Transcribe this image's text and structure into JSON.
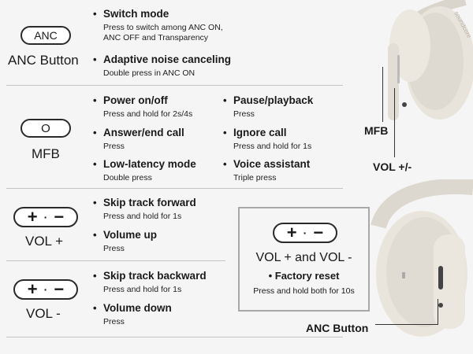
{
  "anc": {
    "button_text": "ANC",
    "label": "ANC Button",
    "items": [
      {
        "title": "Switch mode",
        "desc": [
          "Press to switch among ANC ON,",
          "ANC OFF and Transparency"
        ]
      },
      {
        "title": "Adaptive noise canceling",
        "desc": [
          "Double press in ANC ON"
        ]
      }
    ]
  },
  "mfb": {
    "button_text": "O",
    "label": "MFB",
    "left_items": [
      {
        "title": "Power on/off",
        "desc": [
          "Press and hold for 2s/4s"
        ]
      },
      {
        "title": "Answer/end call",
        "desc": [
          "Press"
        ]
      },
      {
        "title": "Low-latency mode",
        "desc": [
          "Double press"
        ]
      }
    ],
    "right_items": [
      {
        "title": "Pause/playback",
        "desc": [
          "Press"
        ]
      },
      {
        "title": "Ignore call",
        "desc": [
          "Press and hold for 1s"
        ]
      },
      {
        "title": "Voice assistant",
        "desc": [
          "Triple press"
        ]
      }
    ]
  },
  "vol_plus": {
    "label": "VOL +",
    "items": [
      {
        "title": "Skip track forward",
        "desc": [
          "Press and hold for 1s"
        ]
      },
      {
        "title": "Volume up",
        "desc": [
          "Press"
        ]
      }
    ]
  },
  "vol_minus": {
    "label": "VOL -",
    "items": [
      {
        "title": "Skip track backward",
        "desc": [
          "Press and hold for 1s"
        ]
      },
      {
        "title": "Volume down",
        "desc": [
          "Press"
        ]
      }
    ]
  },
  "reset": {
    "label": "VOL + and VOL -",
    "title": "Factory reset",
    "desc": "Press and hold both for 10s"
  },
  "vol_glyphs": {
    "plus": "+",
    "mid": "·",
    "minus": "−"
  },
  "callouts": {
    "mfb": "MFB",
    "vol": "VOL +/-",
    "anc": "ANC Button"
  },
  "headphone_brand": "soundcore",
  "bullet": "•"
}
